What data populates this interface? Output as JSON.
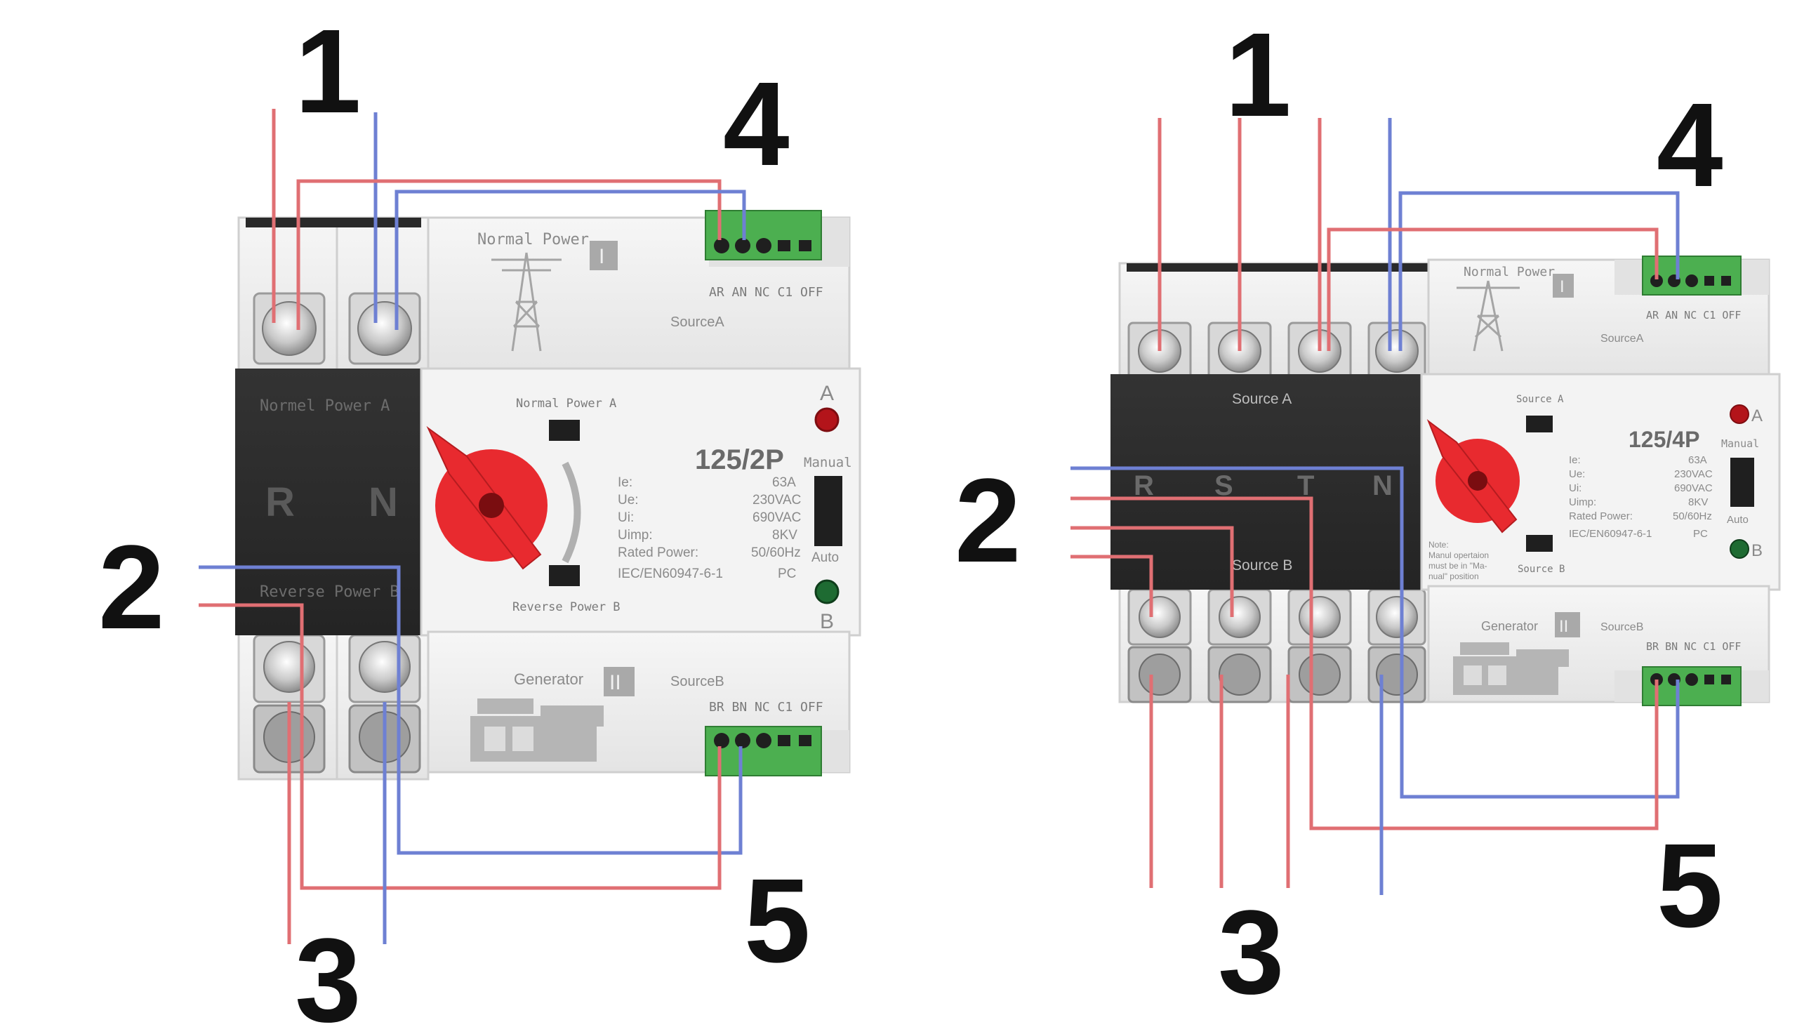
{
  "colors": {
    "phase_wire": "#e06f73",
    "neutral_wire": "#6e80d3",
    "housing": "#efefef",
    "housing_edge": "#cfcfcf",
    "black_panel": "#2b2b2b",
    "handle_red": "#e82a2f",
    "terminal_green": "#4caf50",
    "led_red": "#b3141a",
    "led_green": "#1e6b32"
  },
  "callouts": {
    "n1": "1",
    "n2": "2",
    "n3": "3",
    "n4": "4",
    "n5": "5"
  },
  "left_device": {
    "normal_power": "Normal Power",
    "source_a": "SourceA",
    "source_b": "SourceB",
    "generator": "Generator",
    "roman_one": "I",
    "roman_two": "II",
    "terminal_labels_top": "AR  AN  NC  C1  OFF",
    "terminal_labels_bottom": "BR  BN  NC  C1  OFF",
    "black_top_text": "Normel Power A",
    "black_bottom_text": "Reverse Power B",
    "pole_r": "R",
    "pole_n": "N",
    "knob_top": "Normal Power A",
    "knob_bottom": "Reverse Power B",
    "model": "125/2P",
    "spec_labels": [
      "Ie:",
      "Ue:",
      "Ui:",
      "Uimp:",
      "Rated Power:",
      "IEC/EN60947-6-1"
    ],
    "spec_values": [
      "63A",
      "230VAC",
      "690VAC",
      "8KV",
      "50/60Hz",
      "PC"
    ],
    "led_a": "A",
    "led_b": "B",
    "manual": "Manual",
    "auto": "Auto"
  },
  "right_device": {
    "normal_power": "Normal Power",
    "source_a": "SourceA",
    "source_b": "SourceB",
    "generator": "Generator",
    "roman_one": "I",
    "roman_two": "II",
    "terminal_labels_top": "AR AN NC C1 OFF",
    "terminal_labels_bottom": "BR BN NC C1 OFF",
    "black_source_a": "Source A",
    "black_source_b": "Source B",
    "pole_labels": [
      "R",
      "S",
      "T",
      "N"
    ],
    "knob_top": "Source A",
    "knob_bottom": "Source B",
    "model": "125/4P",
    "spec_labels": [
      "Ie:",
      "Ue:",
      "Ui:",
      "Uimp:",
      "Rated Power:",
      "IEC/EN60947-6-1"
    ],
    "spec_values": [
      "63A",
      "230VAC",
      "690VAC",
      "8KV",
      "50/60Hz",
      "PC"
    ],
    "note": [
      "Note:",
      "Manul opertaion",
      "must be in \"Ma-",
      "nual\" position"
    ],
    "led_a": "A",
    "led_b": "B",
    "manual": "Manual",
    "auto": "Auto"
  }
}
